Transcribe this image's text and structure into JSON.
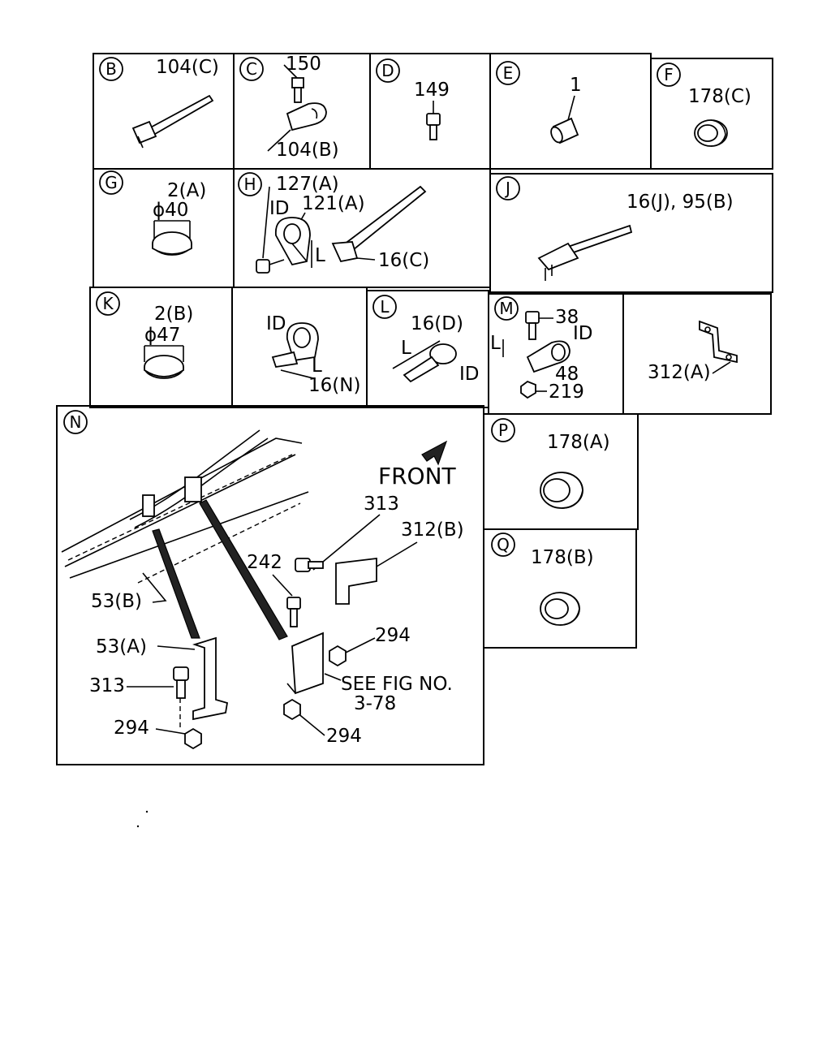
{
  "panels": {
    "B": {
      "letter": "B",
      "labels": [
        "104(C)"
      ]
    },
    "C": {
      "letter": "C",
      "labels": [
        "150",
        "104(B)"
      ]
    },
    "D": {
      "letter": "D",
      "labels": [
        "149"
      ]
    },
    "E": {
      "letter": "E",
      "labels": [
        "1"
      ]
    },
    "F": {
      "letter": "F",
      "labels": [
        "178(C)"
      ]
    },
    "G": {
      "letter": "G",
      "labels": [
        "2(A)",
        "ϕ40"
      ]
    },
    "H": {
      "letter": "H",
      "labels": [
        "127(A)",
        "121(A)",
        "ID",
        "L",
        "16(C)"
      ]
    },
    "J": {
      "letter": "J",
      "labels": [
        "16(J), 95(B)"
      ]
    },
    "K": {
      "letter": "K",
      "labels": [
        "2(B)",
        "ϕ47"
      ]
    },
    "K2": {
      "labels": [
        "ID",
        "L",
        "16(N)"
      ]
    },
    "L": {
      "letter": "L",
      "labels": [
        "16(D)",
        "L",
        "ID"
      ]
    },
    "M": {
      "letter": "M",
      "labels": [
        "38",
        "ID",
        "L",
        "48",
        "219"
      ]
    },
    "M2": {
      "labels": [
        "312(A)"
      ]
    },
    "N": {
      "letter": "N",
      "labels": [
        "FRONT",
        "313",
        "312(B)",
        "242",
        "53(B)",
        "53(A)",
        "294",
        "313",
        "SEE FIG NO.",
        "3-78",
        "294",
        "294"
      ]
    },
    "P": {
      "letter": "P",
      "labels": [
        "178(A)"
      ]
    },
    "Q": {
      "letter": "Q",
      "labels": [
        "178(B)"
      ]
    }
  }
}
